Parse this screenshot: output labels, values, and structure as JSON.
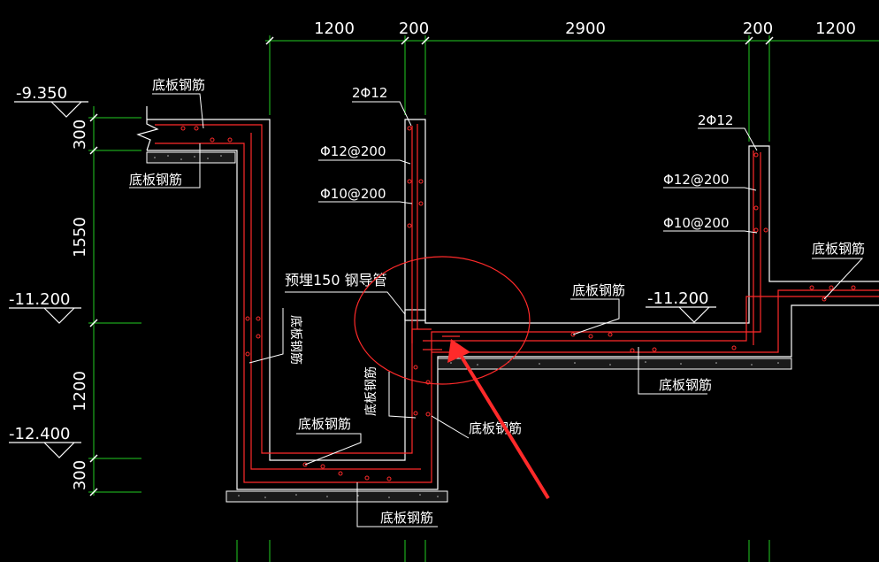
{
  "colors": {
    "background": "#000000",
    "outline": "#ffffff",
    "rebar": "#ff2a2a",
    "dimension": "#22cc22",
    "annotation_circle": "#ff2a2a",
    "arrow": "#ff2a2a"
  },
  "dimensions_top": [
    "1200",
    "200",
    "2900",
    "200",
    "1200"
  ],
  "dimensions_left": [
    "300",
    "1550",
    "1200",
    "300"
  ],
  "elevations": [
    "-9.350",
    "-11.200",
    "-12.400",
    "-11.200"
  ],
  "labels": {
    "slab_rebar": "底板钢筋",
    "bar_2phi12": "2Φ12",
    "phi12_200": "Φ12@200",
    "phi10_200": "Φ10@200",
    "embedded_pipe": "预埋150 钢导管"
  }
}
